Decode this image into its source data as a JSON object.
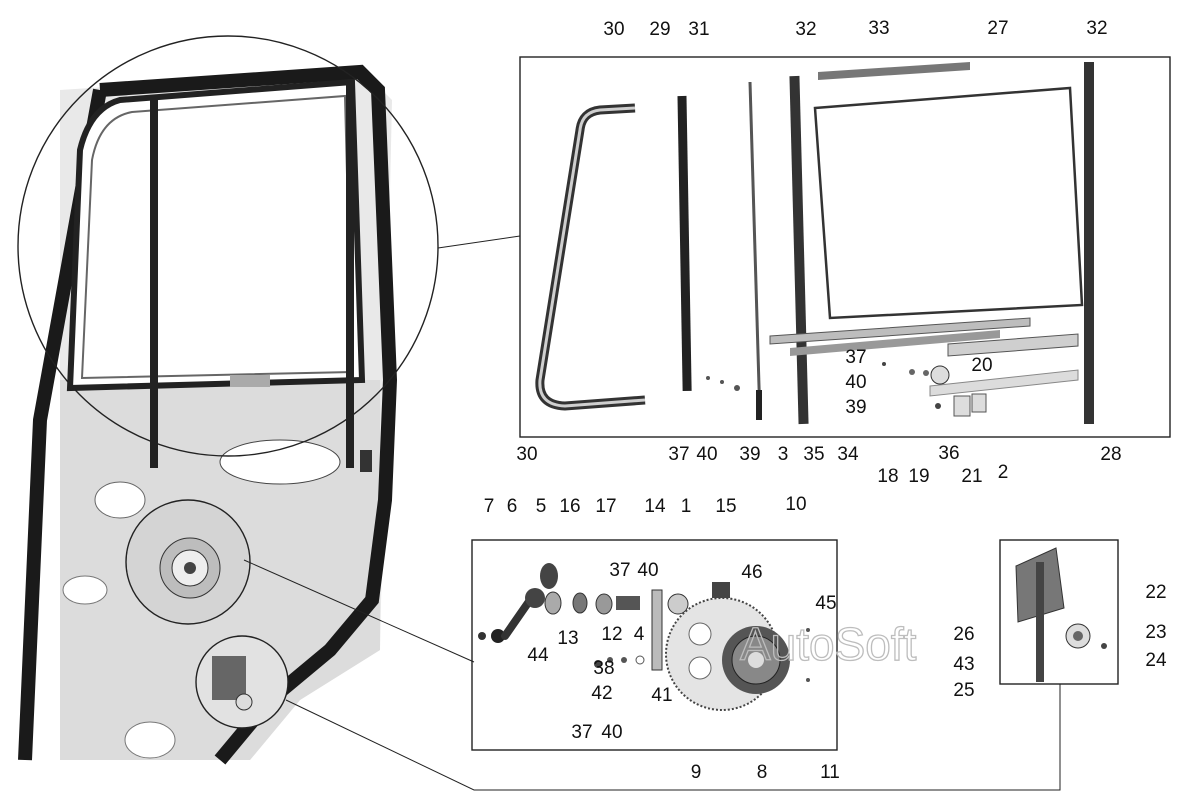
{
  "watermark": "AutoSoft",
  "callouts": {
    "top": [
      "30",
      "29",
      "31",
      "32",
      "33",
      "27",
      "32"
    ],
    "upper_bottom": [
      "30",
      "37",
      "40",
      "39",
      "3",
      "35",
      "34",
      "18",
      "19",
      "36",
      "21",
      "2",
      "28"
    ],
    "upper_side": [
      "37",
      "40",
      "39",
      "20"
    ],
    "mid_top": [
      "7",
      "6",
      "5",
      "16",
      "17",
      "14",
      "1",
      "15",
      "10"
    ],
    "mid_inner": [
      "37",
      "40",
      "46",
      "45",
      "13",
      "12",
      "4",
      "44",
      "38",
      "42",
      "41",
      "37",
      "40",
      "9",
      "8",
      "11"
    ],
    "small_panel": [
      "22",
      "26",
      "23",
      "43",
      "24",
      "25"
    ]
  }
}
